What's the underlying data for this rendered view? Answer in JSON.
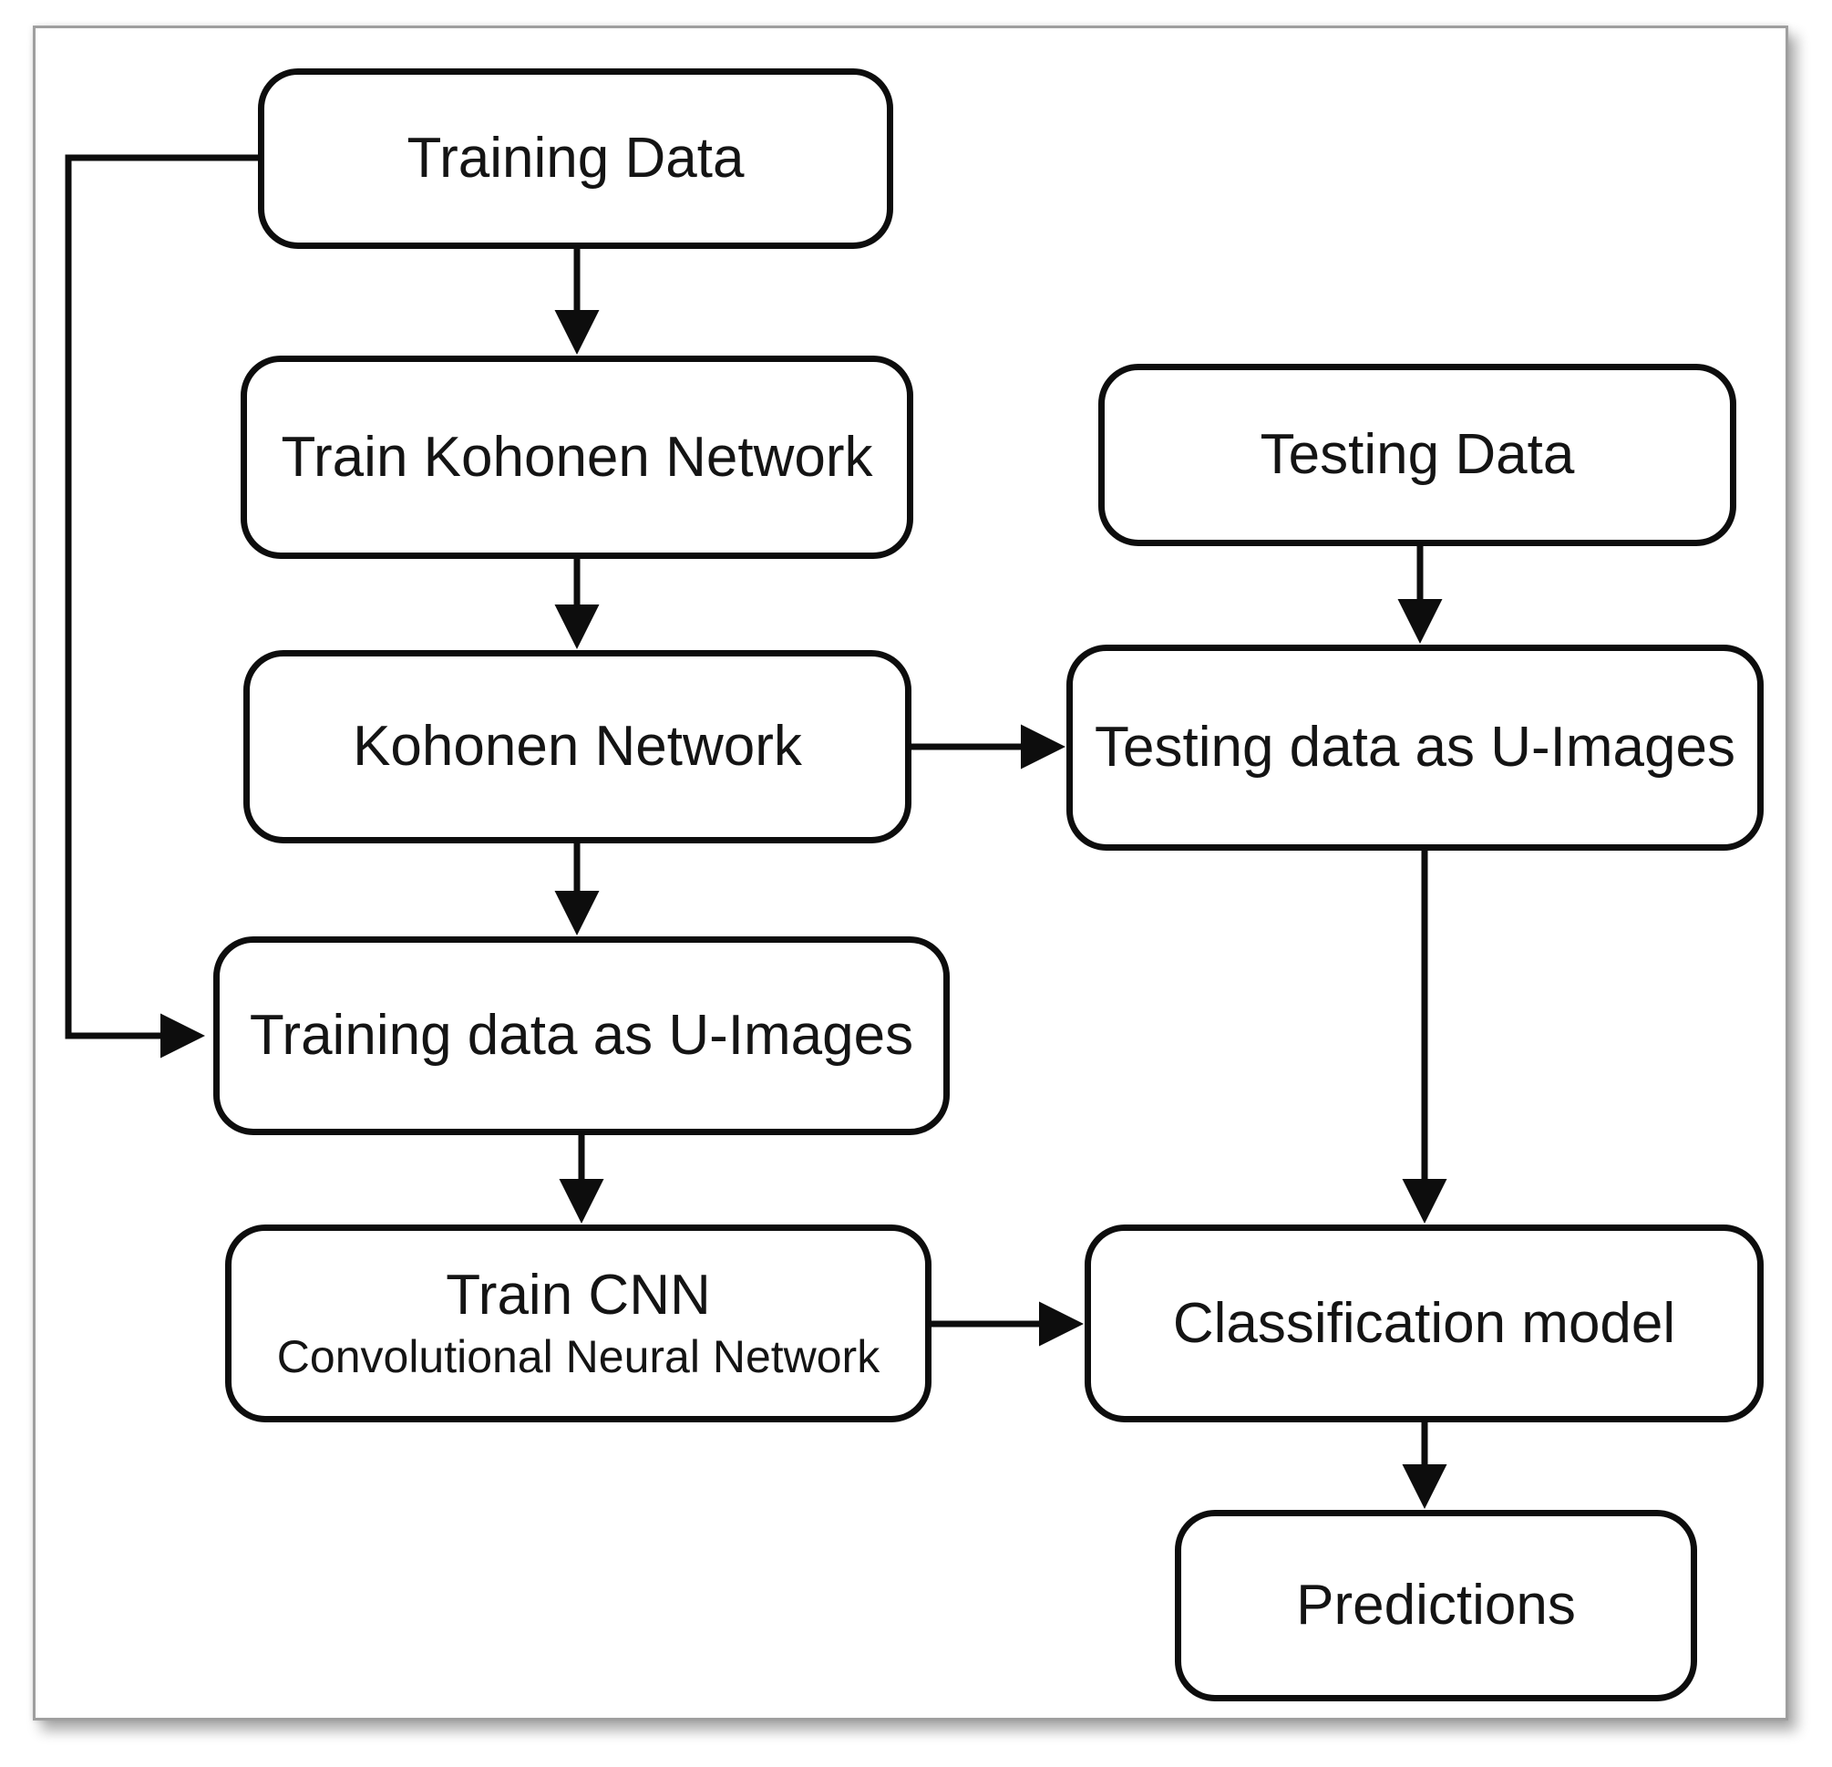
{
  "figure": {
    "type": "flowchart",
    "colors": {
      "background": "#ffffff",
      "line": "#0d0d0d",
      "frame": "#9f9f9f",
      "text": "#141414"
    },
    "nodes": {
      "training_data": {
        "label": "Training Data"
      },
      "train_kohonen_network": {
        "label": "Train Kohonen Network"
      },
      "kohonen_network": {
        "label": "Kohonen Network"
      },
      "training_data_as_u_images": {
        "label": "Training data as U-Images"
      },
      "train_cnn": {
        "label": "Train CNN",
        "sublabel": "Convolutional Neural Network"
      },
      "testing_data": {
        "label": "Testing Data"
      },
      "testing_data_as_u_images": {
        "label": "Testing data as U-Images"
      },
      "classification_model": {
        "label": "Classification model"
      },
      "predictions": {
        "label": "Predictions"
      }
    },
    "edges": [
      {
        "from": "training_data",
        "to": "train_kohonen_network"
      },
      {
        "from": "train_kohonen_network",
        "to": "kohonen_network"
      },
      {
        "from": "kohonen_network",
        "to": "training_data_as_u_images"
      },
      {
        "from": "training_data",
        "to": "training_data_as_u_images",
        "route": "left-elbow"
      },
      {
        "from": "training_data_as_u_images",
        "to": "train_cnn"
      },
      {
        "from": "kohonen_network",
        "to": "testing_data_as_u_images"
      },
      {
        "from": "testing_data",
        "to": "testing_data_as_u_images"
      },
      {
        "from": "testing_data_as_u_images",
        "to": "classification_model"
      },
      {
        "from": "train_cnn",
        "to": "classification_model"
      },
      {
        "from": "classification_model",
        "to": "predictions"
      }
    ]
  }
}
